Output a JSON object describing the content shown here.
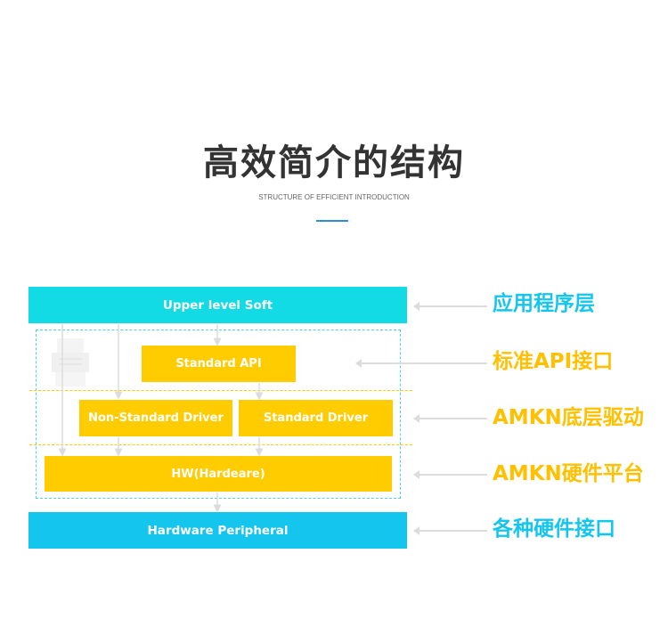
{
  "header": {
    "title": "高效简介的结构",
    "subtitle": "STRUCTURE OF EFFICIENT INTRODUCTION"
  },
  "diagram": {
    "blocks": {
      "upper_level_soft": "Upper level Soft",
      "standard_api": "Standard API",
      "non_standard_driver": "Non-Standard Driver",
      "standard_driver": "Standard Driver",
      "hw": "HW(Hardeare)",
      "hardware_peripheral": "Hardware Peripheral"
    },
    "side_labels": [
      "应用程序层",
      "标准API接口",
      "AMKN底层驱动",
      "AMKN硬件平台",
      "各种硬件接口"
    ]
  },
  "colors": {
    "cyan": "#12dbe6",
    "blue": "#14c6ee",
    "yellow": "#ffcc00",
    "title": "#333333",
    "accent_line": "#2a8fd8"
  }
}
